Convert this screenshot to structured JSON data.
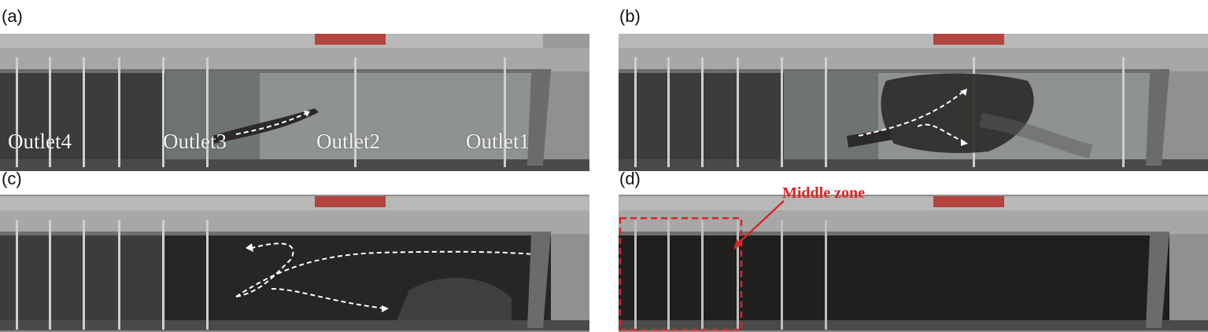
{
  "panels": [
    {
      "label": "(a)"
    },
    {
      "label": "(b)"
    },
    {
      "label": "(c)"
    },
    {
      "label": "(d)"
    }
  ],
  "outlets": [
    "Outlet4",
    "Outlet3",
    "Outlet2",
    "Outlet1"
  ],
  "zone_annotation": "Middle zone",
  "colors": {
    "annotation": "#d62728",
    "arrows": "#ffffff"
  }
}
